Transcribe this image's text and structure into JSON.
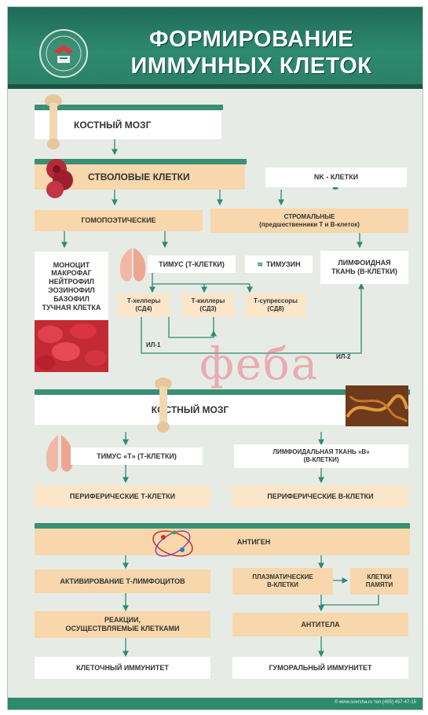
{
  "header": {
    "title_line1": "ФОРМИРОВАНИЕ",
    "title_line2": "ИММУННЫХ КЛЕТОК"
  },
  "nodes": {
    "bone_marrow_top": "КОСТНЫЙ МОЗГ",
    "stem_cells": "СТВОЛОВЫЕ КЛЕТКИ",
    "nk_cells": "NK - КЛЕТКИ",
    "hemopoietic": "ГОМОПОЭТИЧЕСКИЕ",
    "stromal_line1": "СТРОМАЛЬНЫЕ",
    "stromal_line2": "(предшественники Т и В-клеток)",
    "myeloid_list": [
      "МОНОЦИТ",
      "МАКРОФАГ",
      "НЕЙТРОФИЛ",
      "ЭОЗИНОФИЛ",
      "БАЗОФИЛ",
      "ТУЧНАЯ КЛЕТКА"
    ],
    "thymus_t": "ТИМУС (Т-КЛЕТКИ)",
    "thymosin": "ТИМУЗИН",
    "lymphoid_b_line1": "ЛИМФОИДНАЯ",
    "lymphoid_b_line2": "ТКАНЬ (В-КЛЕТКИ)",
    "t_helpers_line1": "Т-хелперы",
    "t_helpers_line2": "(СД4)",
    "t_killers_line1": "Т-киллеры",
    "t_killers_line2": "(СД3)",
    "t_suppressors_line1": "Т-супрессоры",
    "t_suppressors_line2": "(СД8)",
    "il1": "ИЛ-1",
    "il2": "ИЛ-2",
    "bone_marrow_mid": "КОСТНЫЙ МОЗГ",
    "thymus_t2": "ТИМУС «Т» (Т-КЛЕТКИ)",
    "lymphoid_b2_line1": "ЛИМФОИДАЛЬНАЯ ТКАНЬ «В»",
    "lymphoid_b2_line2": "(В-КЛЕТКИ)",
    "peripheral_t": "ПЕРИФЕРИЧЕСКИЕ Т-КЛЕТКИ",
    "peripheral_b": "ПЕРИФЕРИЧЕСКИЕ В-КЛЕТКИ",
    "antigen": "АНТИГЕН",
    "t_activation": "АКТИВИРОВАНИЕ Т-ЛИМФОЦИТОВ",
    "plasma_line1": "ПЛАЗМАТИЧЕСКИЕ",
    "plasma_line2": "В-КЛЕТКИ",
    "memory_line1": "КЛЕТКИ",
    "memory_line2": "ПАМЯТИ",
    "cell_reactions_line1": "РЕАКЦИИ,",
    "cell_reactions_line2": "ОСУЩЕСТВЛЯЕМЫЕ КЛЕТКАМИ",
    "antibodies": "АНТИТЕЛА",
    "cellular_immunity": "КЛЕТОЧНЫЙ ИММУНИТЕТ",
    "humoral_immunity": "ГУМОРАЛЬНЫЙ ИММУНИТЕТ"
  },
  "watermark": "феба",
  "footer": "© www.sovrsha.ru  тел.(495) 457-47-15",
  "colors": {
    "header_green": "#2d8a6d",
    "bar_green": "#3a8f74",
    "peach": "#f7d7ab",
    "light_peach": "#fbe6c9",
    "arrow_teal": "#2c8a75"
  }
}
